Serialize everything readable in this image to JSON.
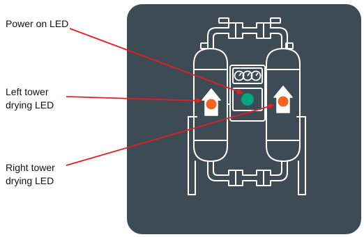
{
  "labels": {
    "power_on_led": [
      "Power on LED"
    ],
    "left_tower_drying_led": [
      "Left tower",
      "drying LED"
    ],
    "right_tower_drying_led": [
      "Right tower",
      "drying LED"
    ]
  },
  "colors": {
    "panel_bg": "#3d4b54",
    "outline": "#ffffff",
    "tower_led": "#f26522",
    "power_led": "#00a77e",
    "arrow": "#e31e24",
    "label_text": "#111111"
  },
  "icons": {
    "gauges": "three-dial-gauge-icon",
    "tower_indicator": "up-arrow-indicator-icon"
  }
}
